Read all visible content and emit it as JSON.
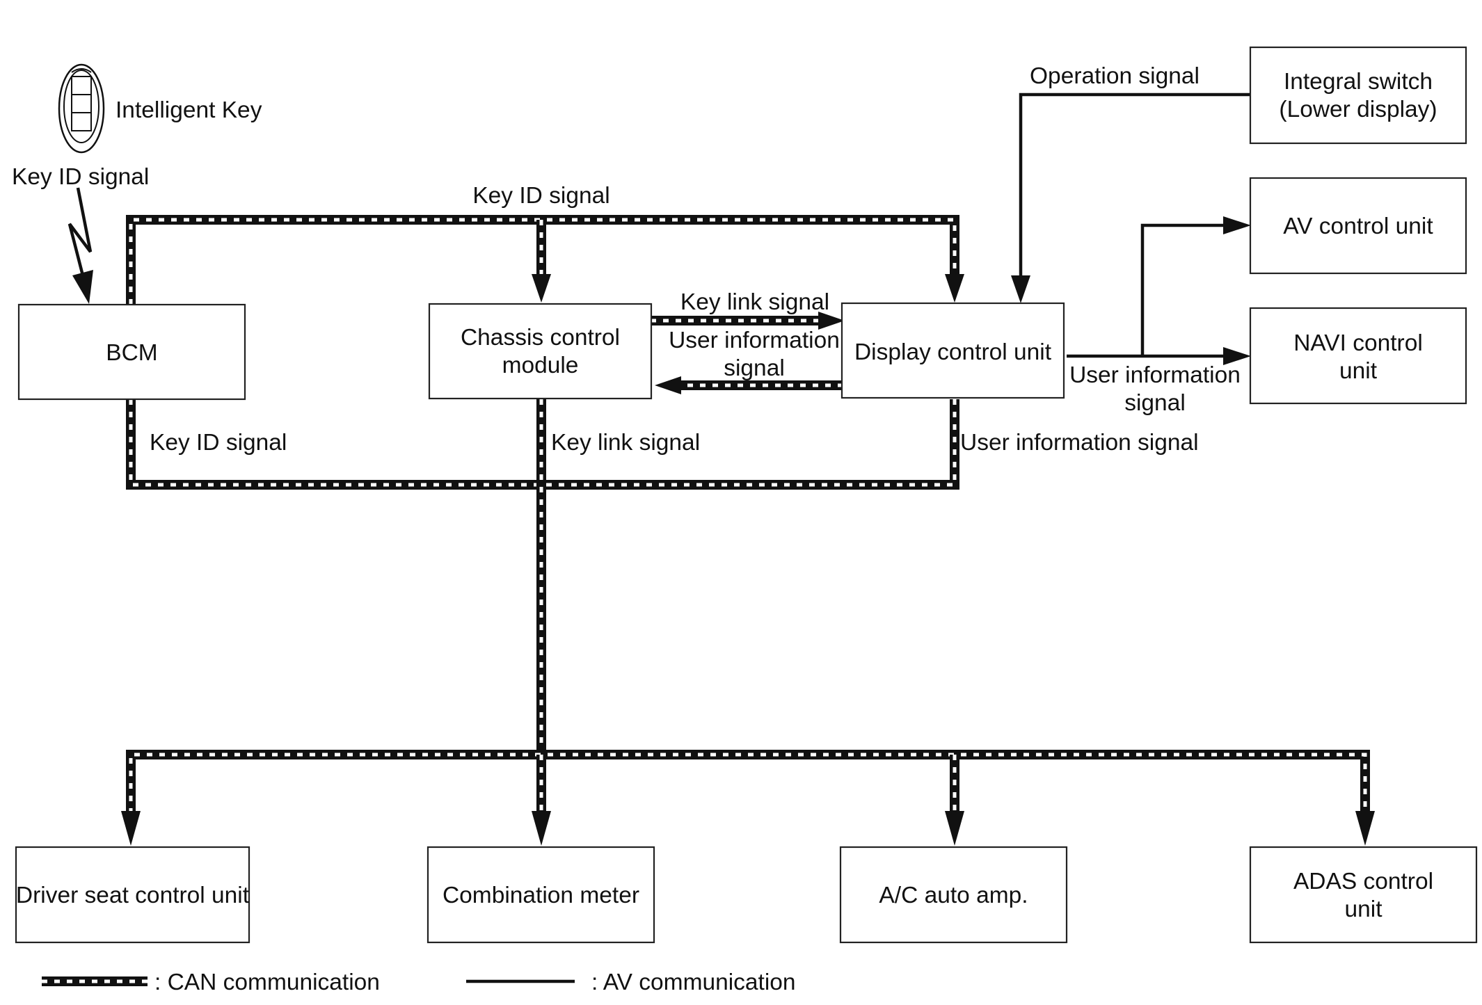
{
  "intelligent_key": {
    "label": "Intelligent Key"
  },
  "boxes": {
    "bcm": [
      "BCM"
    ],
    "chassis": [
      "Chassis control",
      "module"
    ],
    "display": [
      "Display control unit"
    ],
    "integral_switch": [
      "Integral switch",
      "(Lower display)"
    ],
    "av_control": [
      "AV control unit"
    ],
    "navi_control": [
      "NAVI control",
      "unit"
    ],
    "driver_seat": [
      "Driver seat control unit"
    ],
    "combination_meter": [
      "Combination meter"
    ],
    "ac_auto_amp": [
      "A/C auto amp."
    ],
    "adas_control": [
      "ADAS control",
      "unit"
    ]
  },
  "signals": {
    "key_id_wireless": "Key ID signal",
    "key_id_top": "Key ID signal",
    "key_id_left": "Key ID signal",
    "key_link_mid": "Key link signal",
    "key_link_right": "Key link signal",
    "user_info_mid": [
      "User information",
      "signal"
    ],
    "user_info_right": "User information signal",
    "user_info_av": [
      "User information",
      "signal"
    ],
    "operation_signal": "Operation signal"
  },
  "legend": {
    "can": ": CAN communication",
    "av": ": AV communication"
  },
  "colors": {
    "line": "#111111",
    "background": "#ffffff"
  }
}
